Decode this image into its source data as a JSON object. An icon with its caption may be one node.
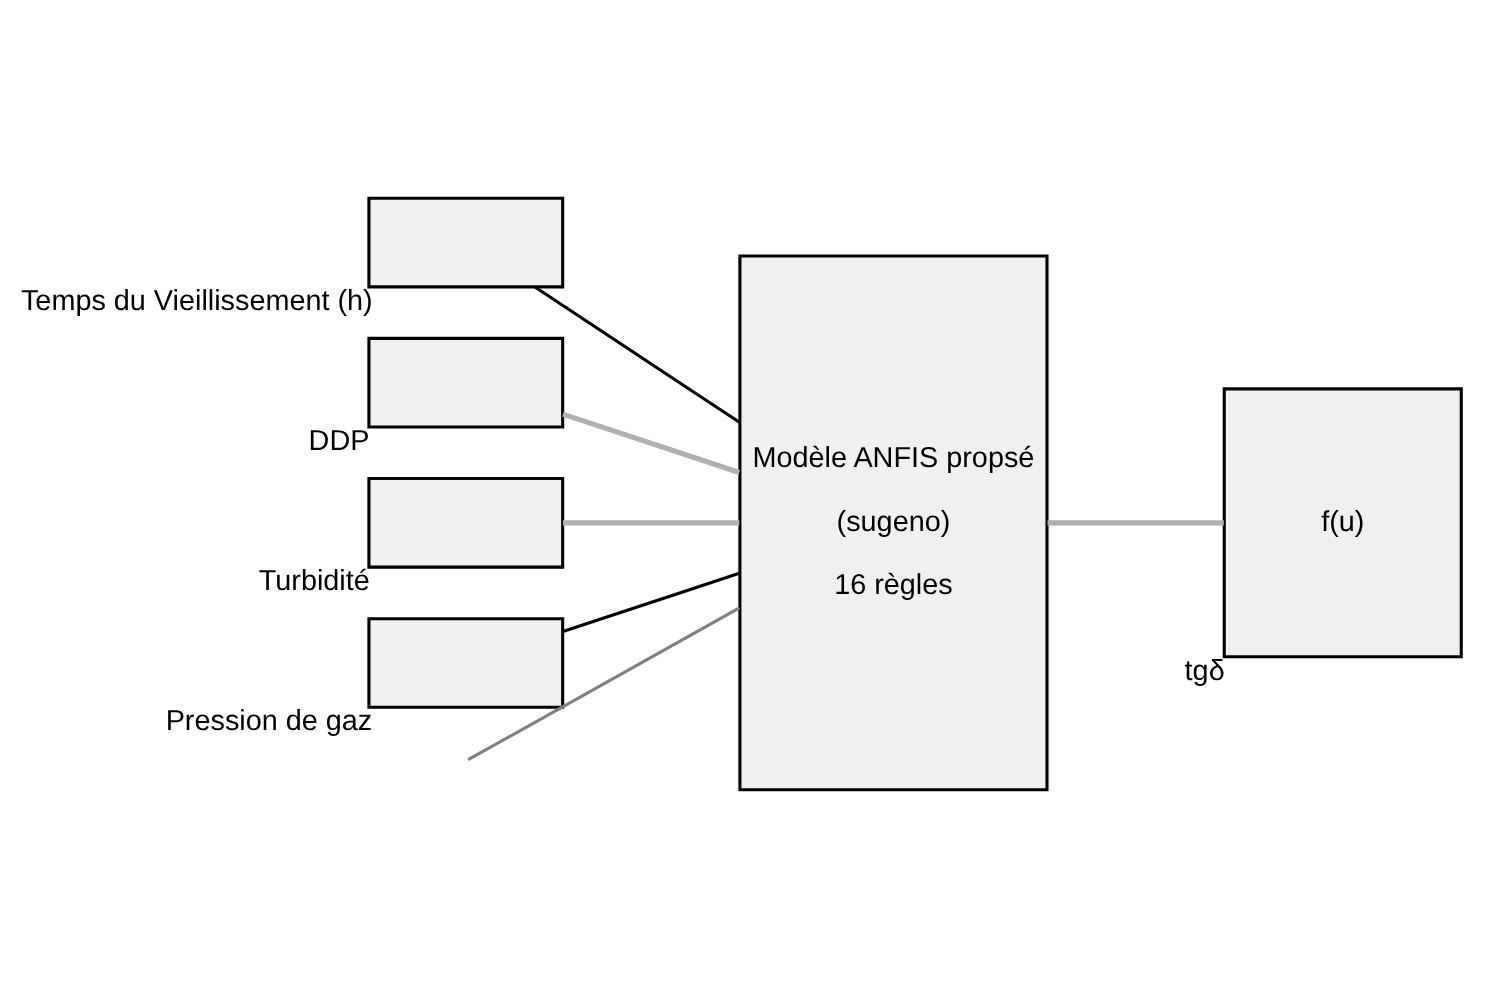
{
  "diagram": {
    "nodes": [
      {
        "text": [],
        "shape": "box",
        "beside": [
          "Temps du Vieillissement (h)"
        ]
      },
      {
        "text": [],
        "shape": "box",
        "beside": [
          "DDP"
        ]
      },
      {
        "text": [],
        "shape": "box",
        "beside": [
          "Turbidité"
        ]
      },
      {
        "text": [],
        "shape": "box",
        "beside": [
          "Pression de gaz"
        ]
      },
      {
        "text": [
          "Modèle ANFIS propsé",
          "(sugeno)",
          "16 règles"
        ]
      },
      {
        "text": [
          "f(u)"
        ],
        "beside": [
          "tgδ"
        ]
      }
    ],
    "edges": [
      {
        "from": 0,
        "to": 4,
        "arrow": "none",
        "color": "#000000"
      },
      {
        "from": 1,
        "to": 4,
        "arrow": "none"
      },
      {
        "from": 2,
        "to": 4,
        "arrow": "none"
      },
      {
        "from": 3,
        "to": 4,
        "arrow": "none",
        "color": "#000000"
      },
      {
        "from": 4,
        "to": 5,
        "arrow": "none"
      },
      {
        "from": null,
        "to": 4,
        "arrow": "none",
        "color": "#808080"
      }
    ]
  }
}
